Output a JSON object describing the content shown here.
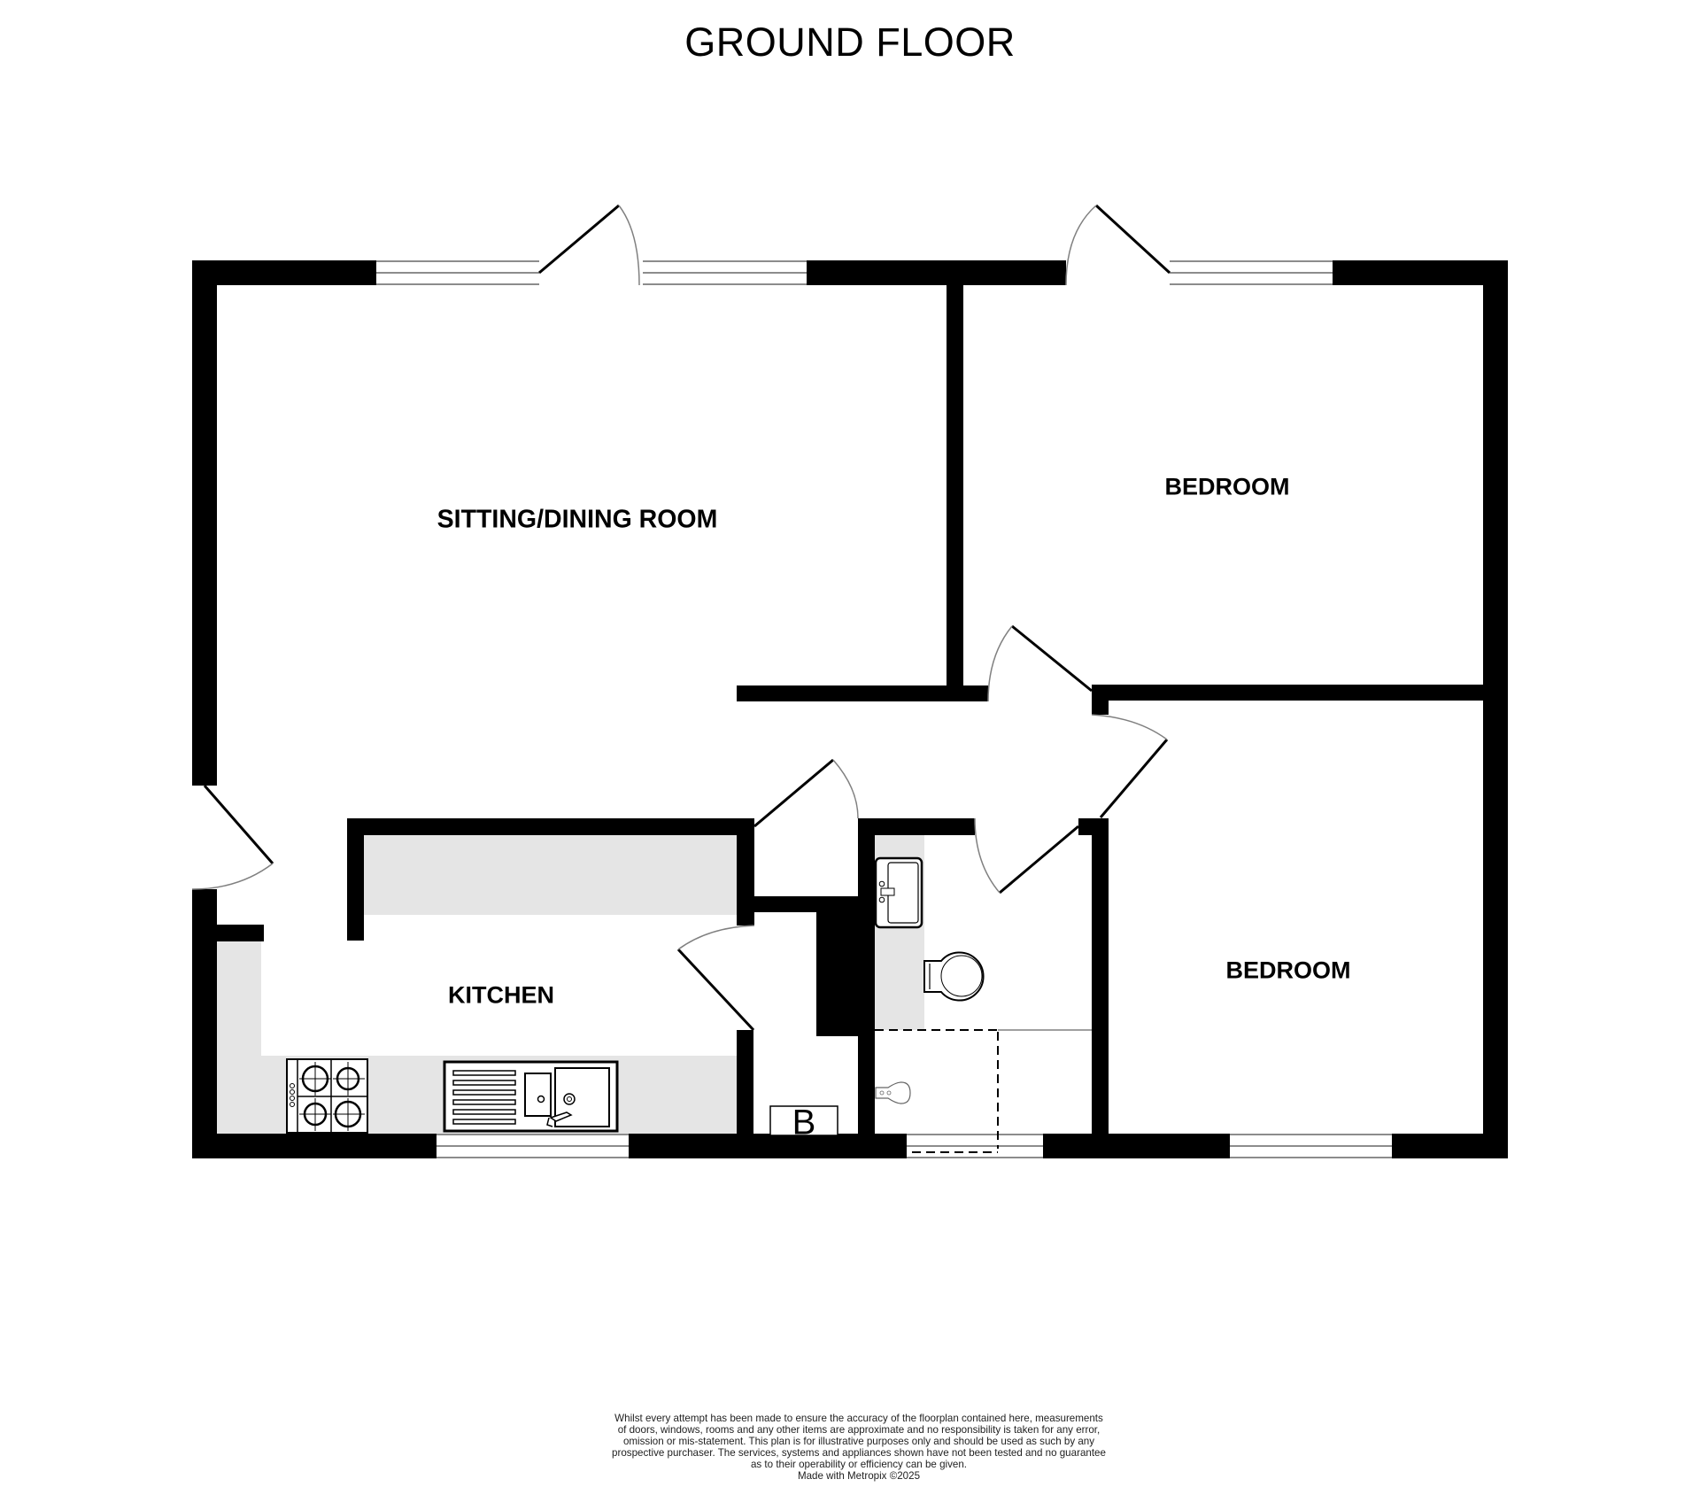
{
  "header": {
    "title": "GROUND FLOOR"
  },
  "rooms": {
    "sitting_dining": {
      "label": "SITTING/DINING ROOM"
    },
    "bedroom_1": {
      "label": "BEDROOM"
    },
    "bedroom_2": {
      "label": "BEDROOM"
    },
    "kitchen": {
      "label": "KITCHEN"
    }
  },
  "fixtures": {
    "boiler_label": "B",
    "hob": "hob-icon",
    "sink": "sink-icon",
    "basin": "basin-icon",
    "toilet": "toilet-icon",
    "bidet": "bidet-icon",
    "shower": "shower-tray-icon"
  },
  "colors": {
    "wall": "#000000",
    "counter_fill": "#e5e5e5",
    "window_line": "#8c8c8c",
    "door_arc": "#808080",
    "background": "#ffffff"
  },
  "footer": {
    "disclaimer_lines": [
      "Whilst every attempt has been made to ensure the accuracy of the floorplan contained here, measurements",
      "of doors, windows, rooms and any other items are approximate and no responsibility is taken for any error,",
      "omission or mis-statement. This plan is for illustrative purposes only and should be used as such by any",
      "prospective purchaser. The services, systems and appliances shown have not been tested and no guarantee",
      "as to their operability or efficiency can be given."
    ],
    "credit": "Made with Metropix ©2025"
  }
}
